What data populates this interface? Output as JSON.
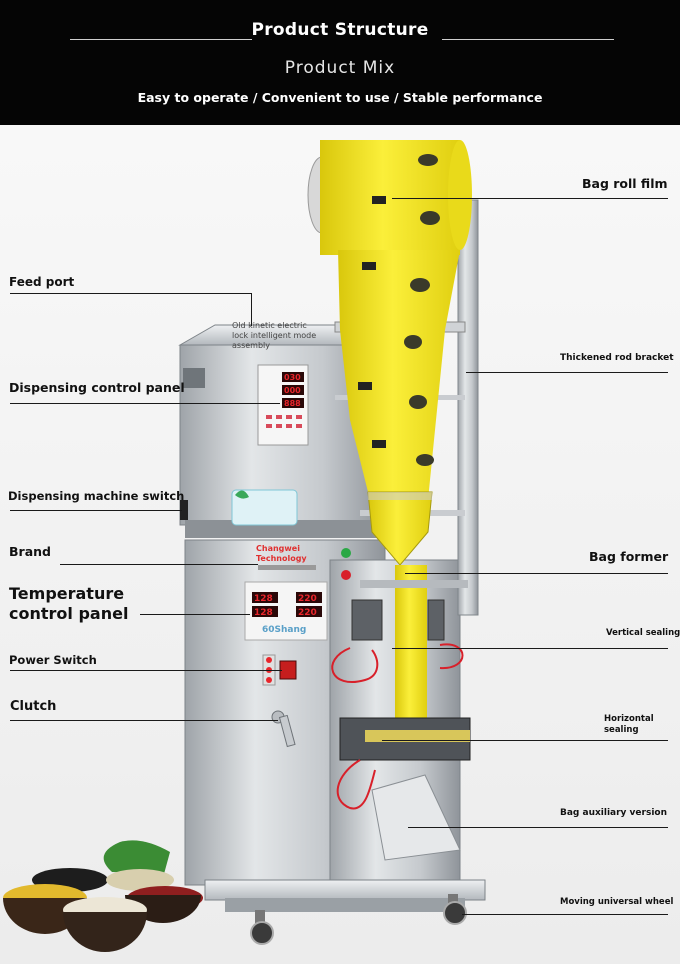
{
  "header": {
    "title": "Product Structure",
    "subtitle": "Product  Mix",
    "tagline": "Easy to operate / Convenient to use / Stable performance"
  },
  "machine": {
    "kinetic_note": "Old kinetic electric lock intelligent mode assembly",
    "brand_line1": "Changwei",
    "brand_line2": "Technology",
    "panel_brand": "60Shang",
    "display_top": [
      "030",
      "000",
      "888"
    ],
    "display_temp": [
      "128",
      "128",
      "220",
      "220"
    ]
  },
  "callouts": {
    "feed_port": "Feed port",
    "dispensing_panel": "Dispensing control panel",
    "dispensing_switch": "Dispensing machine switch",
    "brand": "Brand",
    "temp_panel_line1": "Temperature",
    "temp_panel_line2": "control panel",
    "power_switch": "Power Switch",
    "clutch": "Clutch",
    "bag_roll_film": "Bag roll film",
    "rod_bracket": "Thickened rod bracket",
    "bag_former": "Bag former",
    "vertical_sealing": "Vertical sealing",
    "horizontal_sealing_line1": "Horizontal",
    "horizontal_sealing_line2": "sealing",
    "bag_auxiliary": "Bag auxiliary version",
    "universal_wheel": "Moving universal wheel"
  },
  "colors": {
    "header_bg": "#050505",
    "film_yellow": "#f5e61c",
    "steel": "#c9cdd1",
    "display_red": "#e8252b",
    "tube_red": "#d8202a"
  }
}
